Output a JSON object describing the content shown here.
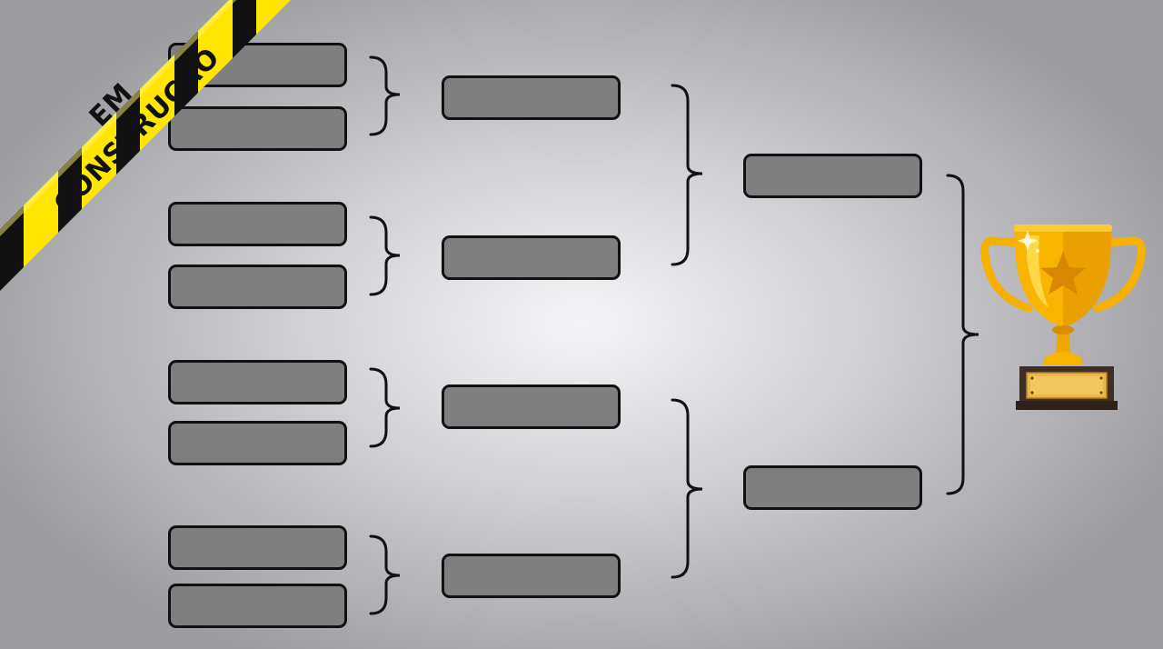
{
  "banner": {
    "text": "EM CONSTRUÇÃO",
    "stripe_yellow": "#ffe600",
    "stripe_black": "#111111"
  },
  "bracket": {
    "round_1_slots": 8,
    "round_2_slots": 4,
    "round_3_slots": 2,
    "slot_fill": "#7f7f7f",
    "slot_border": "#111111"
  },
  "trophy": {
    "icon": "trophy-icon",
    "cup_color": "#f7b500",
    "plate_color": "#e9b84a",
    "base_color": "#4a3528"
  }
}
